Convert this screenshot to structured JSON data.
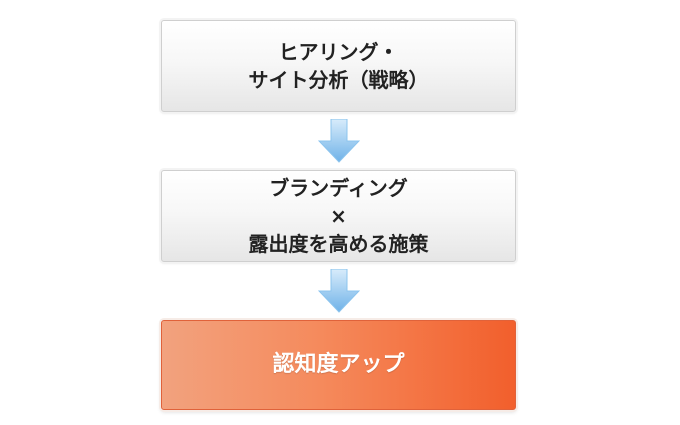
{
  "flow": {
    "step1": {
      "lines": [
        "ヒアリング・",
        "サイト分析（戦略）"
      ]
    },
    "step2": {
      "lines": [
        "ブランディング",
        "×",
        "露出度を高める施策"
      ]
    },
    "step3": {
      "lines": [
        "認知度アップ"
      ]
    }
  },
  "colors": {
    "arrow": "#8cc4ee",
    "highlight": "#f25f2c",
    "box_border": "#cfcfcf"
  },
  "icons": {
    "connector": "down-arrow-icon"
  }
}
